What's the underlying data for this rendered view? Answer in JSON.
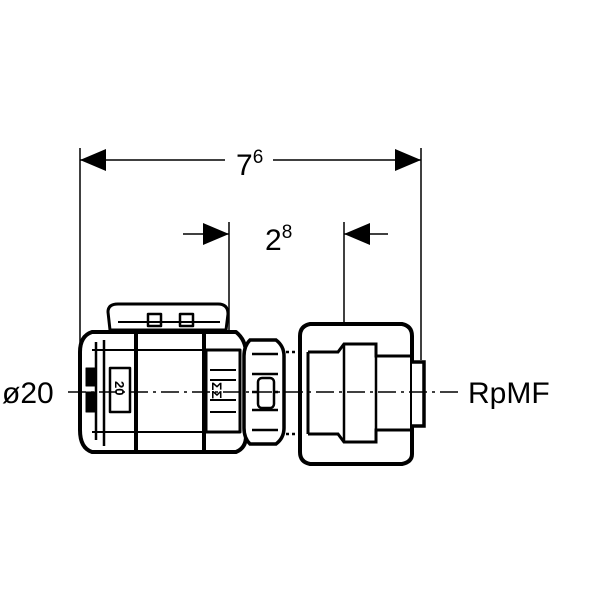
{
  "dimensions": {
    "overall_length": {
      "base": "7",
      "sup": "6"
    },
    "insertion_length": {
      "base": "2",
      "sup": "8"
    }
  },
  "connections": {
    "left_label": "ø20",
    "right_label": "RpMF"
  },
  "fitting": {
    "size_marking": "20"
  },
  "colors": {
    "line": "#000000",
    "background": "#ffffff"
  }
}
